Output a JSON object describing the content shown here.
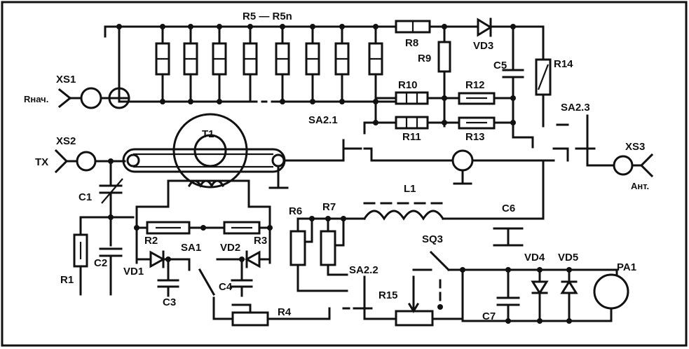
{
  "labels": {
    "r5": "R5 — R5n",
    "r8": "R8",
    "r9": "R9",
    "vd3": "VD3",
    "c5": "C5",
    "r14": "R14",
    "r10": "R10",
    "r12": "R12",
    "r11": "R11",
    "r13": "R13",
    "sa2_1": "SA2.1",
    "sa2_3": "SA2.3",
    "xs1": "XS1",
    "rnach": "Rнач.",
    "xs2": "XS2",
    "tx": "TX",
    "t1": "T1",
    "xs3": "XS3",
    "ant": "Ант.",
    "c1": "C1",
    "c2": "C2",
    "r1": "R1",
    "r2": "R2",
    "r3": "R3",
    "vd1": "VD1",
    "vd2": "VD2",
    "sa1": "SA1",
    "c3": "C3",
    "c4": "C4",
    "r4": "R4",
    "r6": "R6",
    "r7": "R7",
    "l1": "L1",
    "c6": "C6",
    "sa2_2": "SA2.2",
    "r15": "R15",
    "sq3": "SQ3",
    "c7": "C7",
    "vd4": "VD4",
    "vd5": "VD5",
    "pa1": "PA1"
  }
}
